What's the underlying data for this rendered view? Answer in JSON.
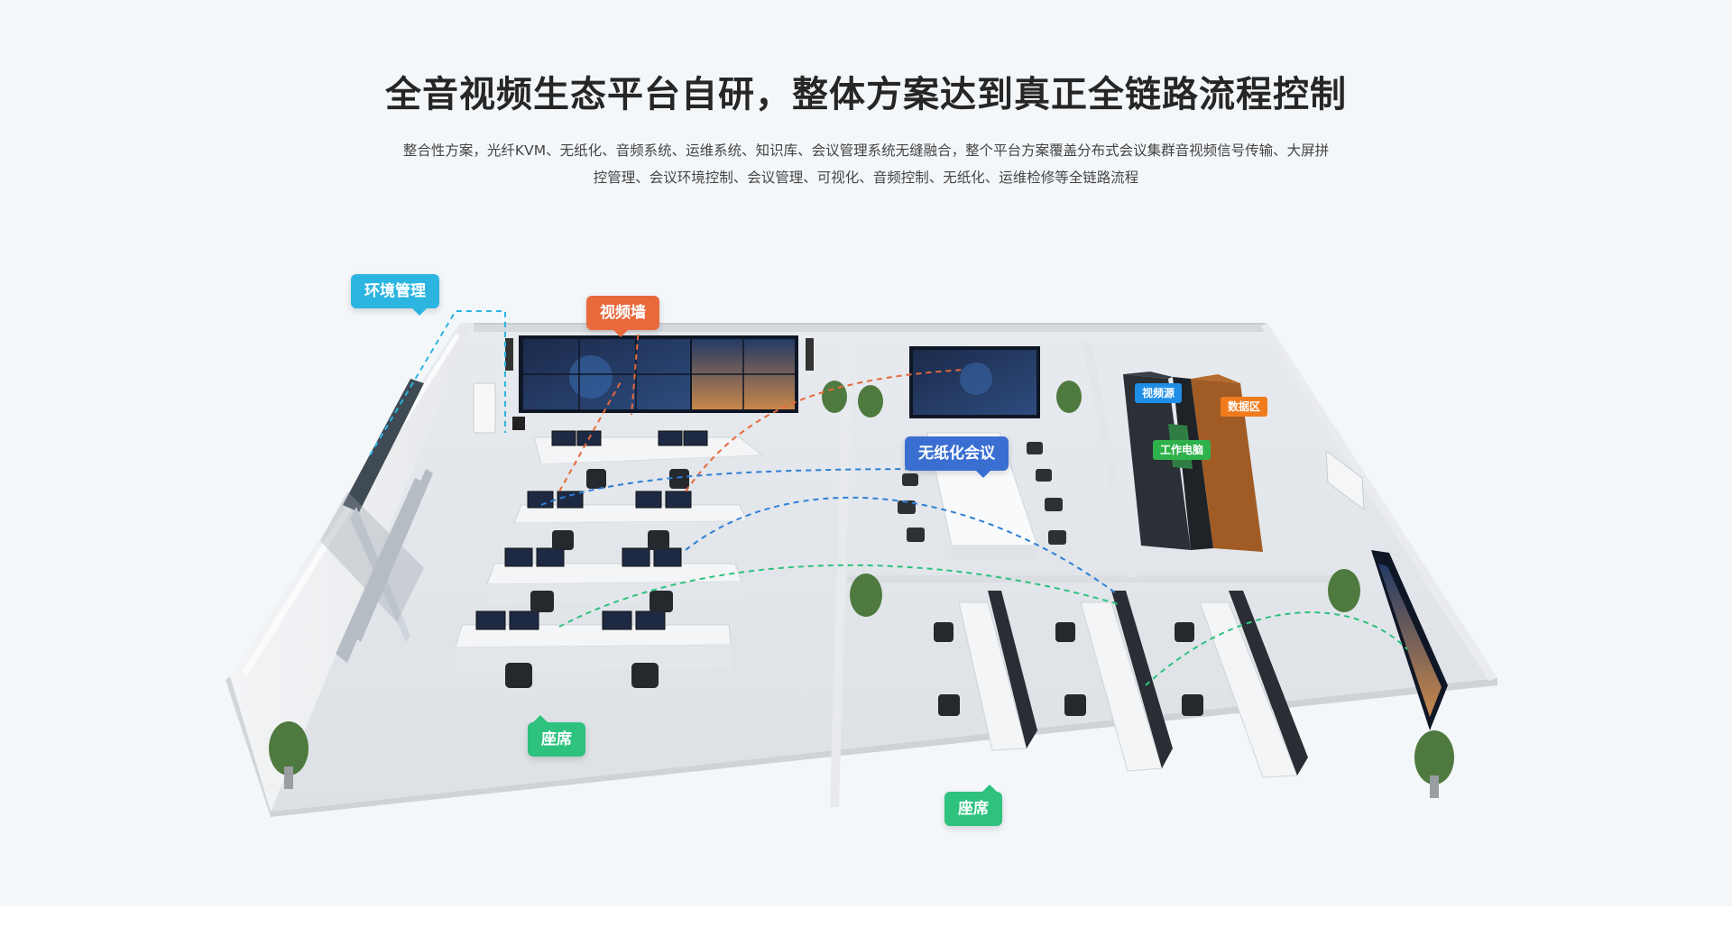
{
  "header": {
    "title": "全音视频生态平台自研，整体方案达到真正全链路流程控制",
    "subtitle_line1": "整合性方案，光纤KVM、无纸化、音频系统、运维系统、知识库、会议管理系统无缝融合，整个平台方案覆盖分布式会议集群音视频信号传输、大屏拼",
    "subtitle_line2": "控管理、会议环境控制、会议管理、可视化、音频控制、无纸化、运维检修等全链路流程"
  },
  "labels": {
    "env": "环境管理",
    "videowall": "视频墙",
    "paperless": "无纸化会议",
    "seat1": "座席",
    "seat2": "座席",
    "source": "视频源",
    "data": "数据区",
    "pc": "工作电脑"
  },
  "colors": {
    "env": "#2cb5e0",
    "videowall": "#e8693c",
    "paperless": "#3a6fd1",
    "seat": "#2ec27e",
    "source": "#1e8ee6",
    "data": "#f07b1e",
    "pc": "#2fb24c",
    "panel_bg": "#f4f7fa"
  }
}
